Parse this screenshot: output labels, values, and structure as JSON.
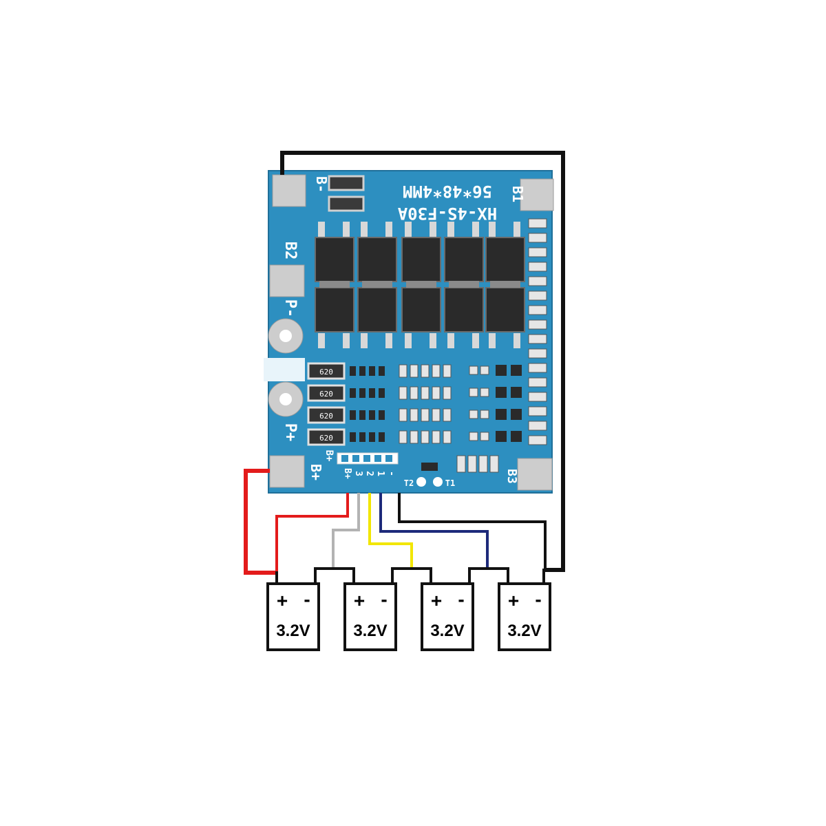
{
  "board": {
    "model_line1": "56*48*4MM",
    "model_line2": "HX-4S-F30A",
    "pads": {
      "b_minus": "B-",
      "b1": "B1",
      "b2": "B2",
      "b3": "B3",
      "p_minus": "P-",
      "p_plus": "P+",
      "b_plus": "B+"
    },
    "balance_header": {
      "label": "B+",
      "pins": [
        "B+",
        "3",
        "2",
        "1",
        "-"
      ]
    },
    "resistor_code": "620",
    "thermistor_labels": [
      "T2",
      "T1"
    ]
  },
  "wire_colors": {
    "red": "#e31b1b",
    "grey": "#b3b3b3",
    "yellow": "#f2e600",
    "blue": "#1d2a7a",
    "black": "#111111"
  },
  "board_colors": {
    "pcb": "#2d8fc0",
    "pad": "#cdcdcd",
    "mosfet": "#2a2a2a"
  },
  "cells": [
    {
      "plus": "+",
      "minus": "-",
      "voltage": "3.2V"
    },
    {
      "plus": "+",
      "minus": "-",
      "voltage": "3.2V"
    },
    {
      "plus": "+",
      "minus": "-",
      "voltage": "3.2V"
    },
    {
      "plus": "+",
      "minus": "-",
      "voltage": "3.2V"
    }
  ]
}
